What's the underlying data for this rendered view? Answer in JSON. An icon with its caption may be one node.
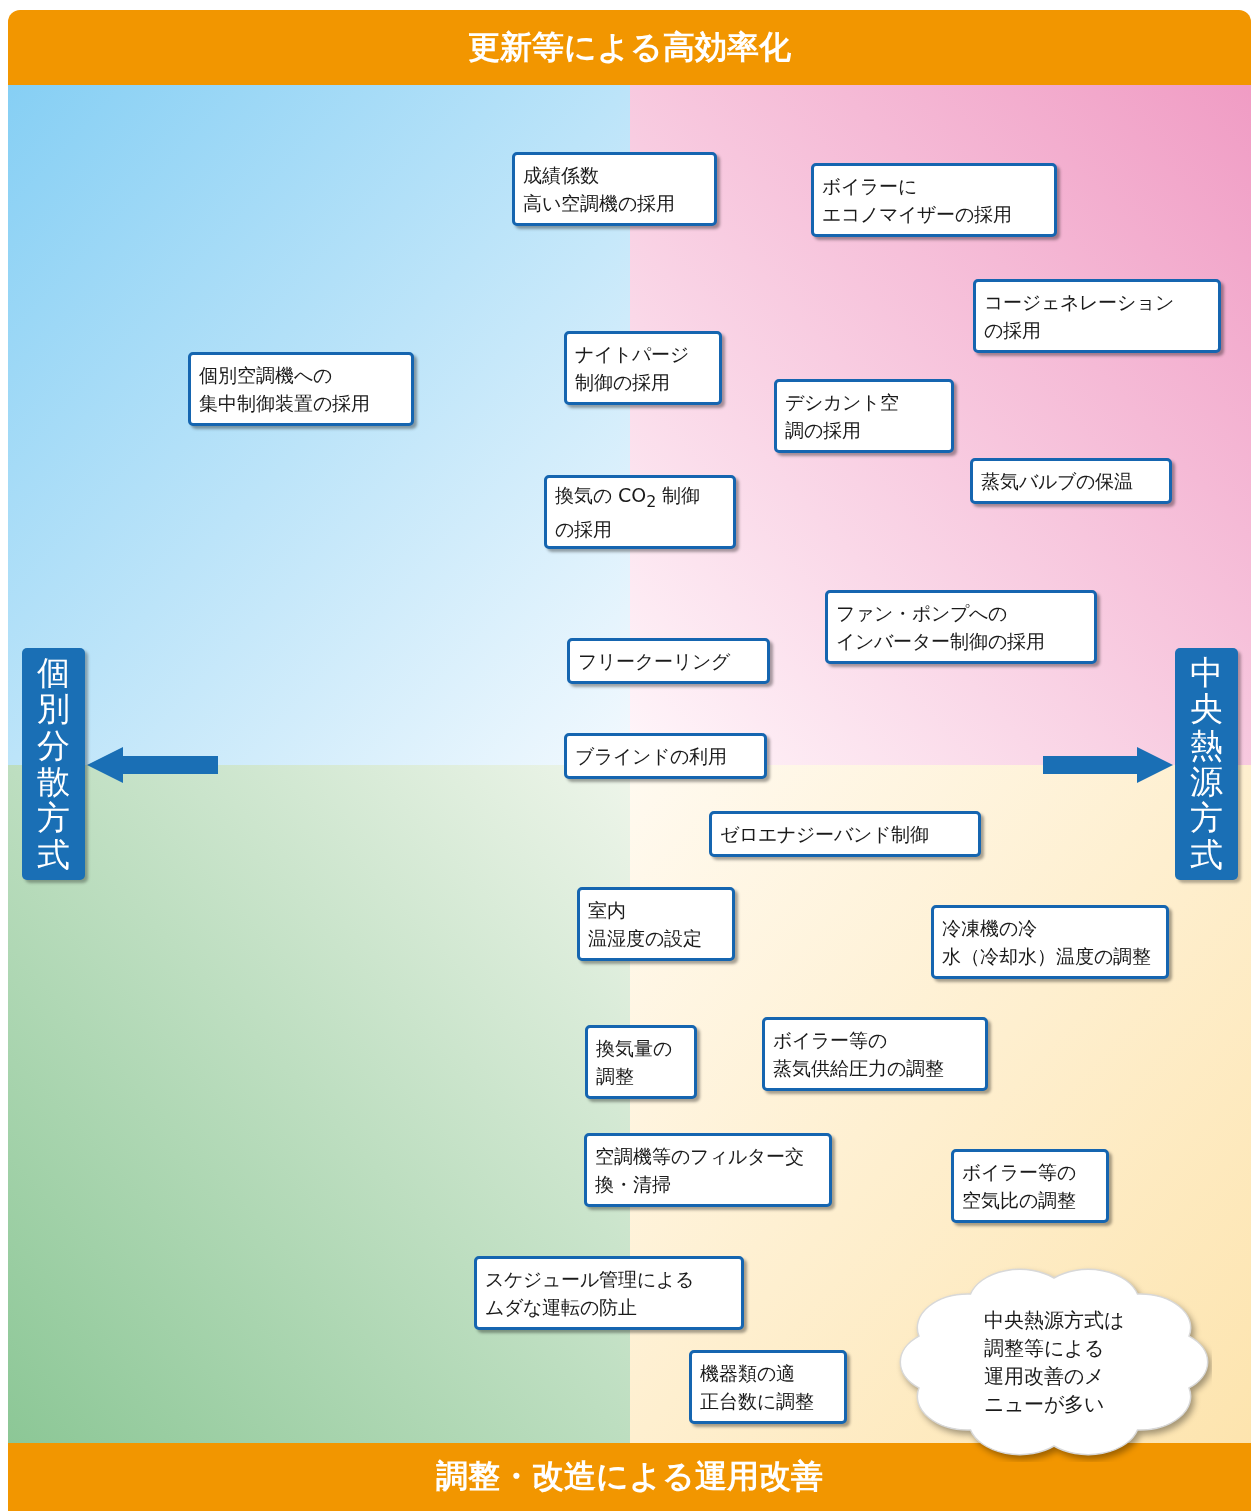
{
  "diagram": {
    "nodes": [
      {
        "text": [
          "更新等による高効率化"
        ]
      },
      {
        "text": [
          "調整・改造による運用改善"
        ]
      },
      {
        "text": [
          "個別分散方式"
        ]
      },
      {
        "text": [
          "中央熱源方式"
        ]
      },
      {
        "text": [
          "成績係数高い空調機の採用"
        ]
      },
      {
        "text": [
          "ボイラーにエコノマイザーの採用"
        ]
      },
      {
        "text": [
          "コージェネレーションの採用"
        ]
      },
      {
        "text": [
          "個別空調機への集中制御装置の採用"
        ]
      },
      {
        "text": [
          "ナイトパージ制御の採用"
        ]
      },
      {
        "text": [
          "デシカント空調の採用"
        ]
      },
      {
        "text": [
          "蒸気バルブの保温"
        ]
      },
      {
        "text": [
          "換気の CO$_{2}$ 制御の採用"
        ]
      },
      {
        "text": [
          "フリークーリング"
        ]
      },
      {
        "text": [
          "ファン・ポンプへのインバーター制御の採用"
        ]
      },
      {
        "text": [
          "ブラインドの利用"
        ]
      },
      {
        "text": [
          "ゼロエナジーバンド制御"
        ]
      },
      {
        "text": [
          "室内温湿度の設定"
        ]
      },
      {
        "text": [
          "冷凍機の冷水（冷却水）温度の調整"
        ]
      },
      {
        "text": [
          "換気量の調整"
        ]
      },
      {
        "text": [
          "ボイラー等の蒸気供給圧力の調整"
        ]
      },
      {
        "text": [
          "空調機等のフィルター交換・清掃"
        ]
      },
      {
        "text": [
          "ボイラー等の空気比の調整"
        ]
      },
      {
        "text": [
          "スケジュール管理によるムダな運転の防止"
        ]
      },
      {
        "text": [
          "機器類の適正台数に調整"
        ]
      },
      {
        "text": [
          "中央熱源方式は調整等による運用改善のメニューが多い"
        ]
      }
    ],
    "edges": [
      {
        "from": null,
        "to": 2,
        "arrow": "to"
      },
      {
        "from": null,
        "to": 3,
        "arrow": "to"
      }
    ]
  }
}
